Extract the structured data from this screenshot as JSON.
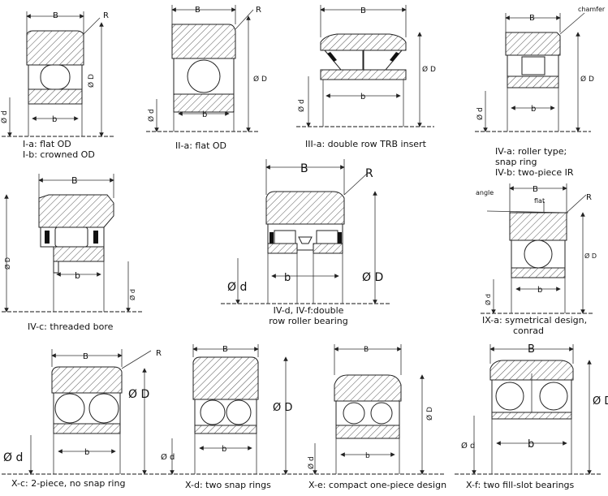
{
  "captions": {
    "c1": "I-a: flat OD",
    "c1b": "I-b: crowned OD",
    "c2": "II-a: flat OD",
    "c3": "III-a: double row TRB insert",
    "c4": "IV-a: roller type;",
    "c4b": "snap ring",
    "c4c": "IV-b: two-piece IR",
    "c5": "IV-c: threaded bore",
    "c6": "IV-d, IV-f:double",
    "c6b": "row roller bearing",
    "c7": "IX-a: symetrical design,",
    "c7b": "conrad",
    "c8": "X-c: 2-piece, no snap ring",
    "c9": "X-d: two snap rings",
    "c10": "X-e: compact one-piece design",
    "c11": "X-f: two fill-slot bearings"
  },
  "labels": {
    "B": "B",
    "b": "b",
    "R": "R",
    "D": "Ø D",
    "d": "Ø d",
    "chamfer": "chamfer",
    "angle": "angle",
    "flat": "flat"
  }
}
